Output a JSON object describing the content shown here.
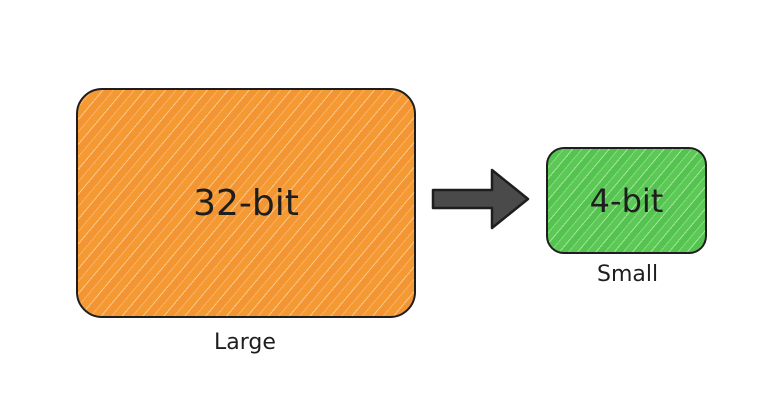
{
  "large_box": {
    "text": "32-bit",
    "label": "Large",
    "color": "#f59a33"
  },
  "small_box": {
    "text": "4-bit",
    "label": "Small",
    "color": "#5cc957"
  },
  "arrow": {
    "color": "#4a4a4a",
    "direction": "right"
  }
}
